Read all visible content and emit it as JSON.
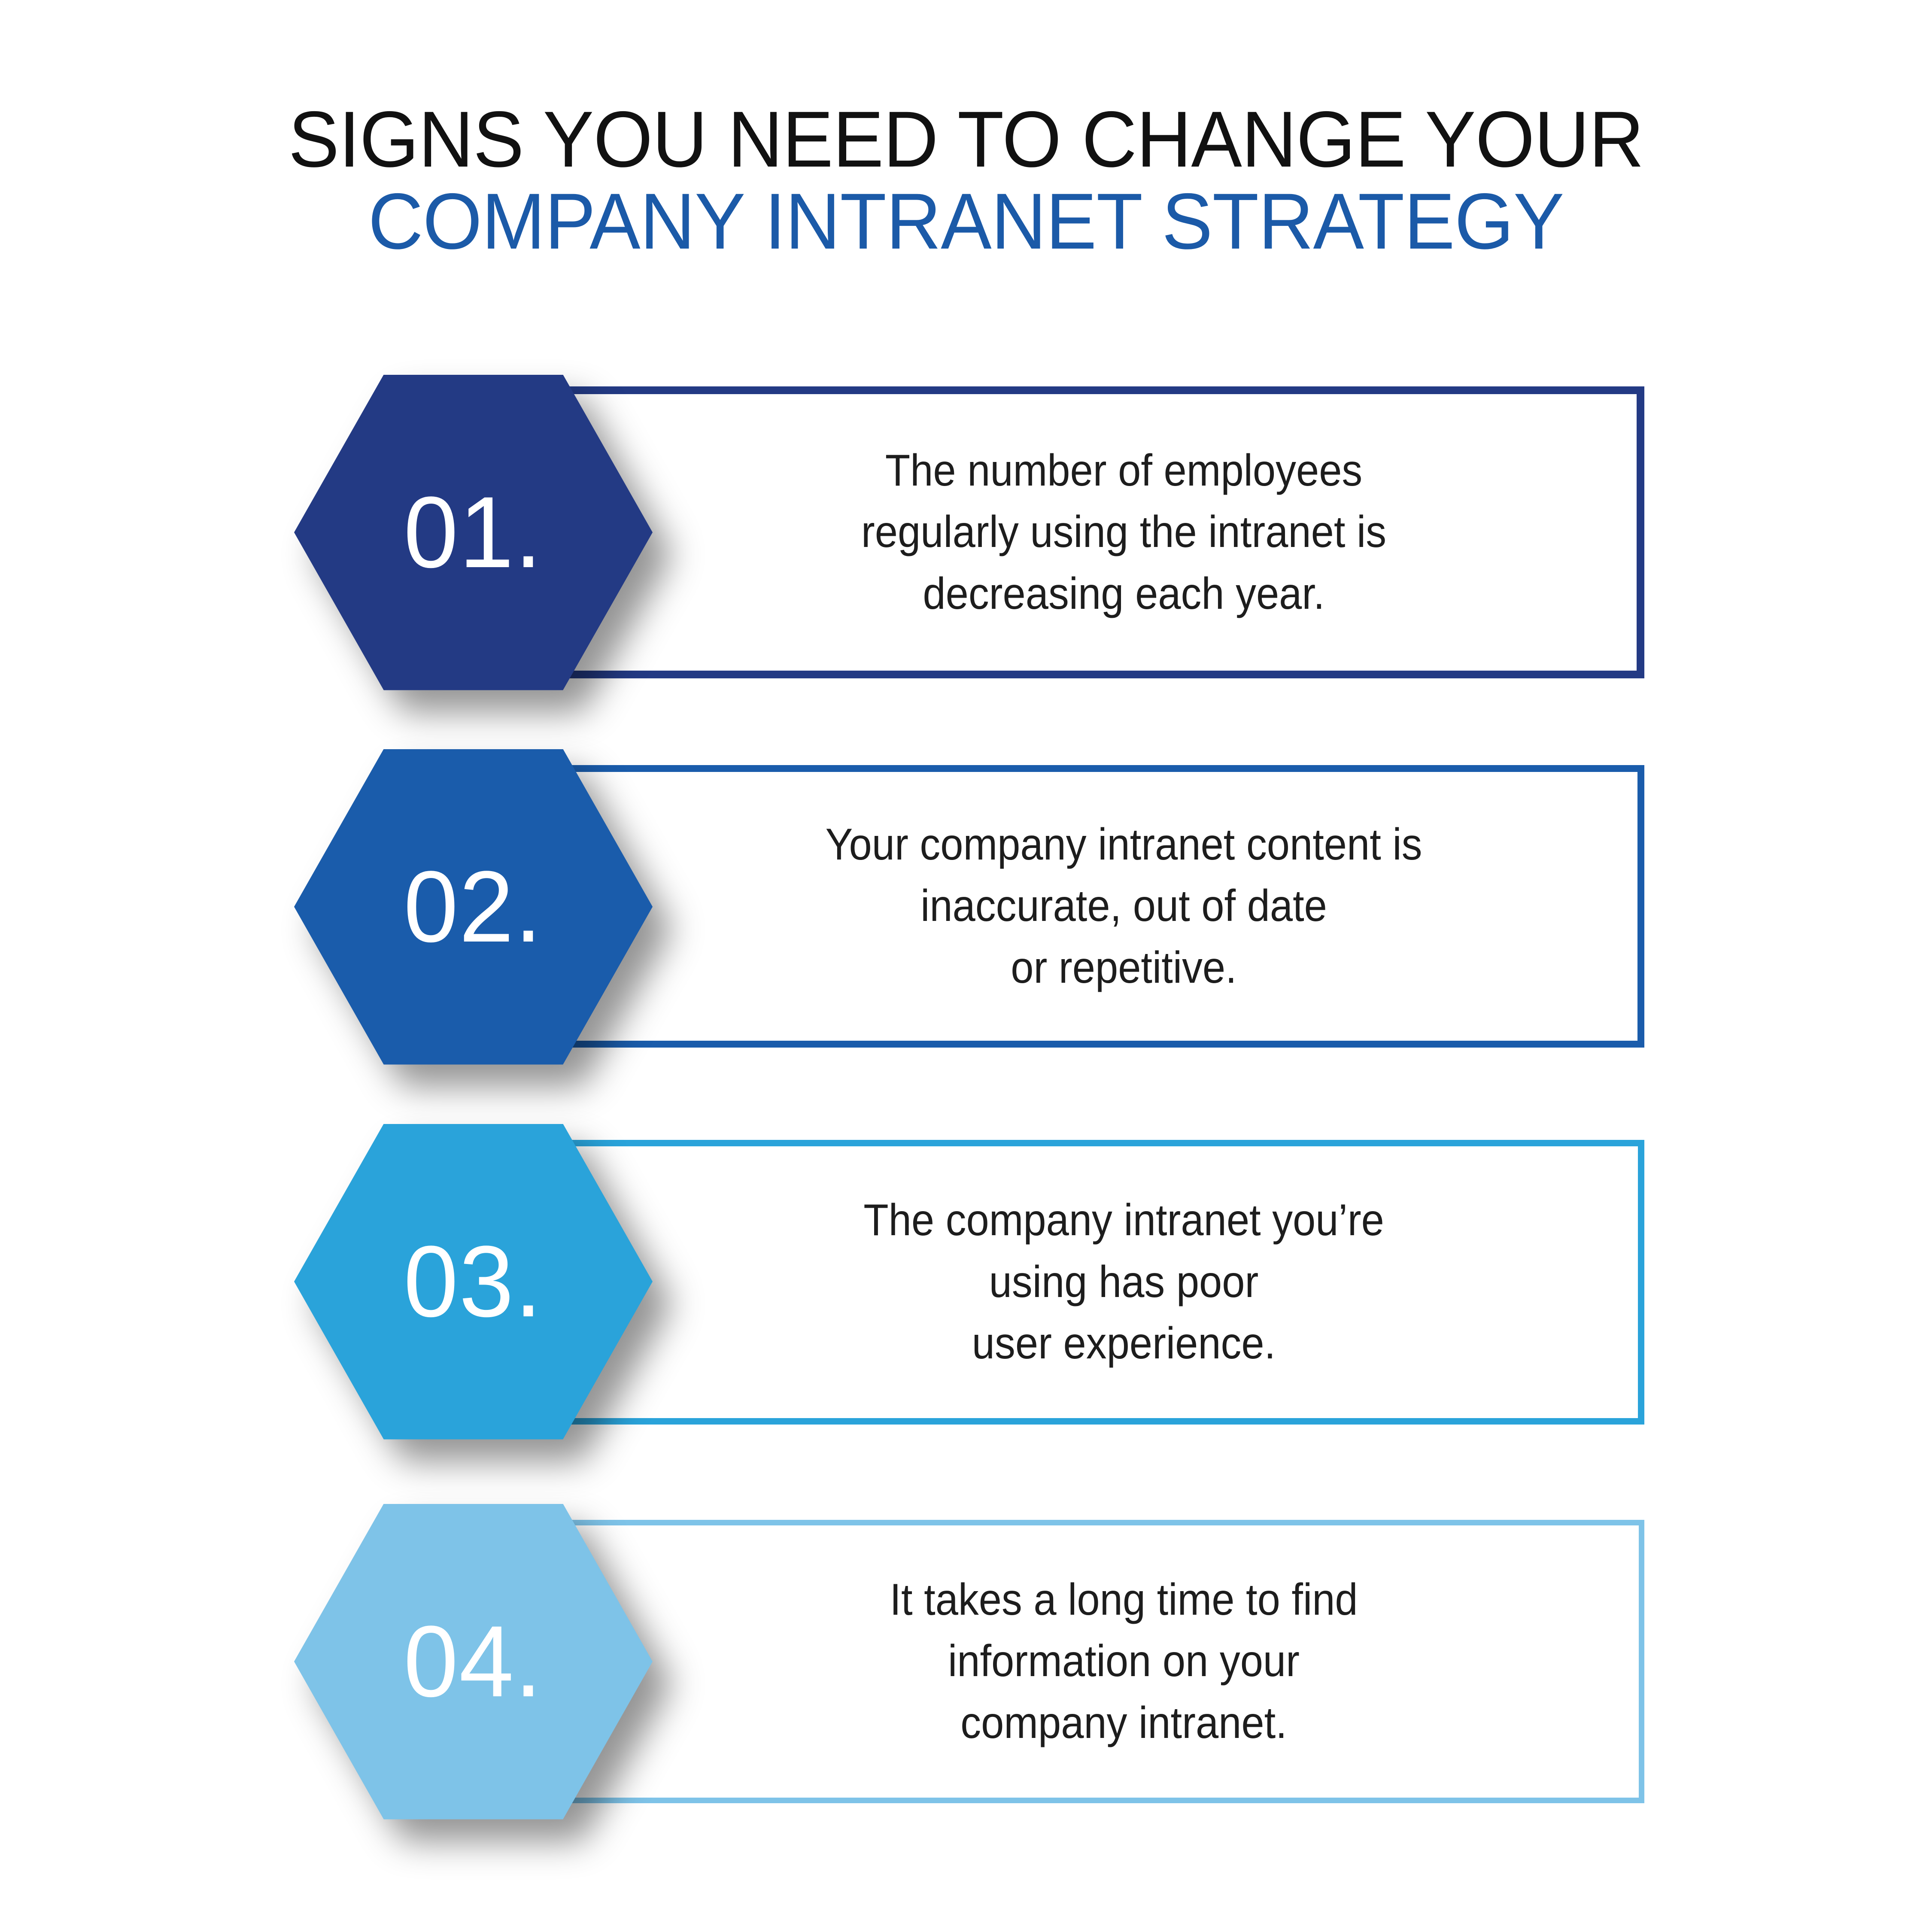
{
  "title": {
    "line1": "SIGNS YOU NEED TO CHANGE YOUR",
    "line2": "COMPANY INTRANET STRATEGY",
    "line1_color": "#111111",
    "line2_color": "#1b5aa8"
  },
  "items": [
    {
      "number": "01.",
      "text": "The number of employees\nregularly using the intranet is\ndecreasing each year.",
      "color": "#233a84"
    },
    {
      "number": "02.",
      "text": "Your company intranet content is\ninaccurate, out of date\nor repetitive.",
      "color": "#1a5cab"
    },
    {
      "number": "03.",
      "text": "The company intranet you’re\nusing has poor\nuser experience.",
      "color": "#2aa3da"
    },
    {
      "number": "04.",
      "text": "It takes a long time to find\ninformation on your\ncompany intranet.",
      "color": "#7ec3e8"
    }
  ],
  "background_color": "#ffffff",
  "text_color": "#1d1d1d"
}
